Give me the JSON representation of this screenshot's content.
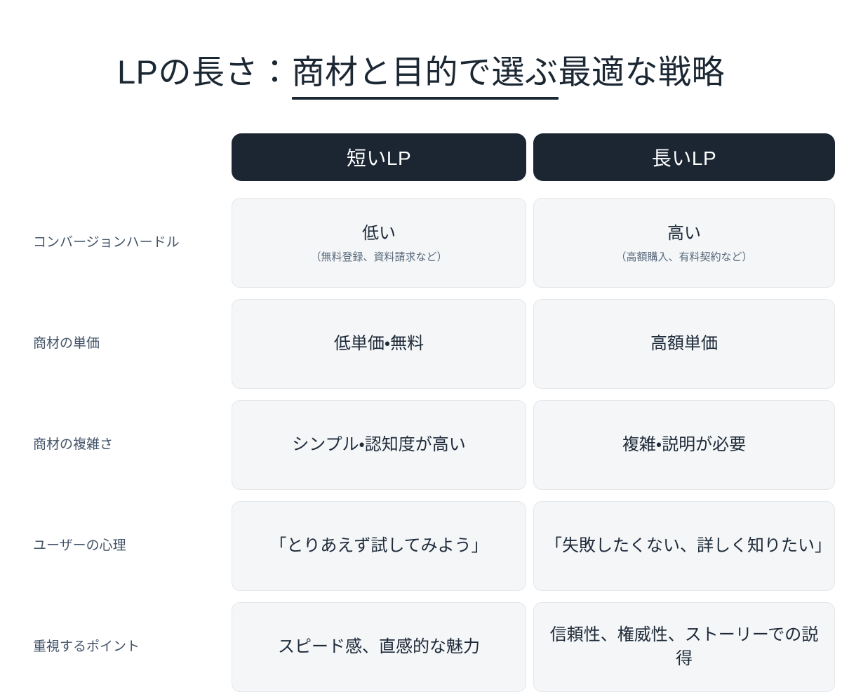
{
  "title": {
    "prefix": "LPの長さ：",
    "underlined": "商材と目的で選ぶ",
    "suffix": "最適な戦略"
  },
  "colors": {
    "header_bg": "#1c2632",
    "header_text": "#ffffff",
    "cell_bg": "#f4f6f8",
    "cell_border": "#e4e7eb",
    "cell_text": "#1e2a38",
    "sub_text": "#5a6a7d",
    "label_text": "#44546a",
    "title_text": "#1b2733",
    "page_bg": "#ffffff"
  },
  "columns": [
    {
      "label": "短いLP"
    },
    {
      "label": "長いLP"
    }
  ],
  "rows": [
    {
      "label": "コンバージョンハードル",
      "short": {
        "main": "低い",
        "sub": "（無料登録、資料請求など）"
      },
      "long": {
        "main": "高い",
        "sub": "（高額購入、有料契約など）"
      }
    },
    {
      "label": "商材の単価",
      "short": {
        "main": "低単価・無料",
        "sub": ""
      },
      "long": {
        "main": "高額単価",
        "sub": ""
      }
    },
    {
      "label": "商材の複雑さ",
      "short": {
        "main": "シンプル・認知度が高い",
        "sub": ""
      },
      "long": {
        "main": "複雑・説明が必要",
        "sub": ""
      }
    },
    {
      "label": "ユーザーの心理",
      "short": {
        "main": "「とりあえず試してみよう」",
        "sub": ""
      },
      "long": {
        "main": "「失敗したくない、詳しく知りたい」",
        "sub": ""
      }
    },
    {
      "label": "重視するポイント",
      "short": {
        "main": "スピード感、直感的な魅力",
        "sub": ""
      },
      "long": {
        "main": "信頼性、権威性、ストーリーでの説得",
        "sub": ""
      }
    }
  ]
}
